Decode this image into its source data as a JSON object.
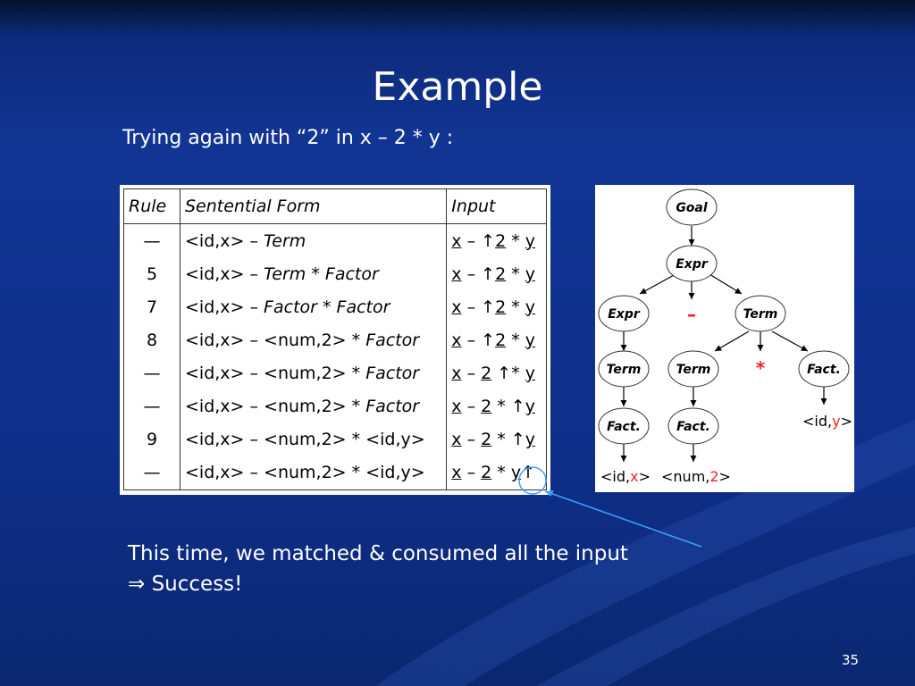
{
  "slide": {
    "title": "Example",
    "subtitle": "Trying again with “2” in x – 2 * y :",
    "callout_line1": "This time, we matched & consumed all the input",
    "callout_line2": "⇒ Success!",
    "page_number": "35"
  },
  "table": {
    "headers": [
      "Rule",
      "Sentential Form",
      "Input"
    ],
    "rows": [
      {
        "rule": "—",
        "form": [
          "<id,x> – ",
          "Term",
          ""
        ],
        "input": "x – ↑2 * y"
      },
      {
        "rule": "5",
        "form": [
          "<id,x> – ",
          "Term * Factor",
          ""
        ],
        "input": "x – ↑2 * y"
      },
      {
        "rule": "7",
        "form": [
          "<id,x> – ",
          "Factor * Factor",
          ""
        ],
        "input": "x – ↑2 * y"
      },
      {
        "rule": "8",
        "form": [
          "<id,x> – <num,2> * ",
          "Factor",
          ""
        ],
        "input": "x – ↑2 * y"
      },
      {
        "rule": "—",
        "form": [
          "<id,x> – <num,2> * ",
          "Factor",
          ""
        ],
        "input": "x – 2 ↑* y"
      },
      {
        "rule": "—",
        "form": [
          "<id,x> – <num,2> * ",
          "Factor",
          ""
        ],
        "input": "x – 2 * ↑y"
      },
      {
        "rule": "9",
        "form": [
          "<id,x> – <num,2> * <id,y>",
          "",
          ""
        ],
        "input": "x – 2 * ↑y"
      },
      {
        "rule": "—",
        "form": [
          "<id,x> – <num,2> * <id,y>",
          "",
          ""
        ],
        "input": "x – 2 * y↑"
      }
    ]
  },
  "tree": {
    "nodes": {
      "goal": "Goal",
      "expr_top": "Expr",
      "expr_left": "Expr",
      "minus": "–",
      "term_right": "Term",
      "term_left": "Term",
      "term_mid": "Term",
      "star": "*",
      "fact_right": "Fact.",
      "fact_left": "Fact.",
      "fact_mid": "Fact.",
      "leaf_idx_prefix": "<id,",
      "leaf_idx_var": "x",
      "leaf_idx_suffix": ">",
      "leaf_num_prefix": "<num,",
      "leaf_num_var": "2",
      "leaf_num_suffix": ">",
      "leaf_idy_prefix": "<id,",
      "leaf_idy_var": "y",
      "leaf_idy_suffix": ">"
    },
    "accent_color": "#ff2020"
  },
  "colors": {
    "background": "#123594",
    "text": "#ffffff",
    "callout_line": "#3fa0ff"
  }
}
